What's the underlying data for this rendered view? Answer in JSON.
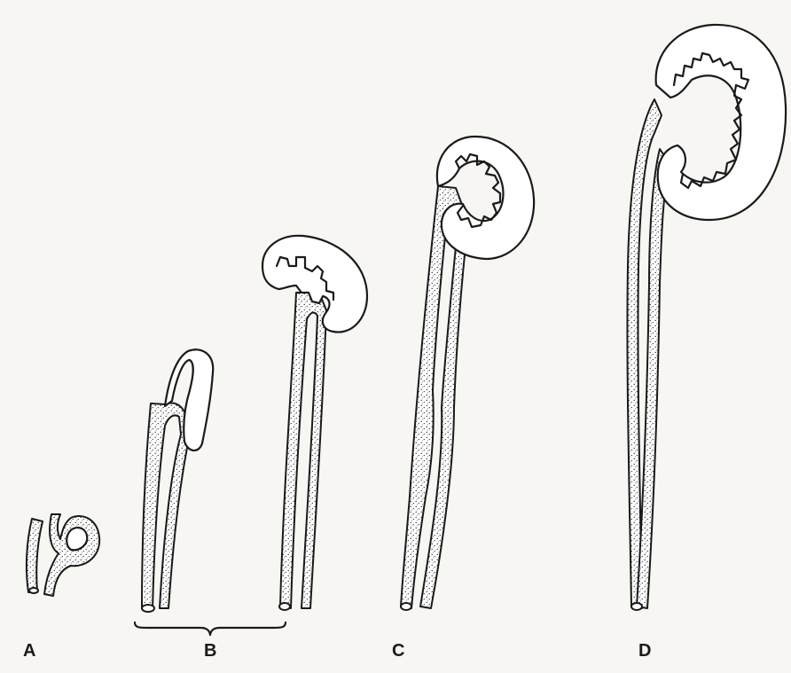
{
  "figure": {
    "stages": [
      {
        "label": "A"
      },
      {
        "label": "B"
      },
      {
        "label": "C"
      },
      {
        "label": "D"
      }
    ]
  }
}
